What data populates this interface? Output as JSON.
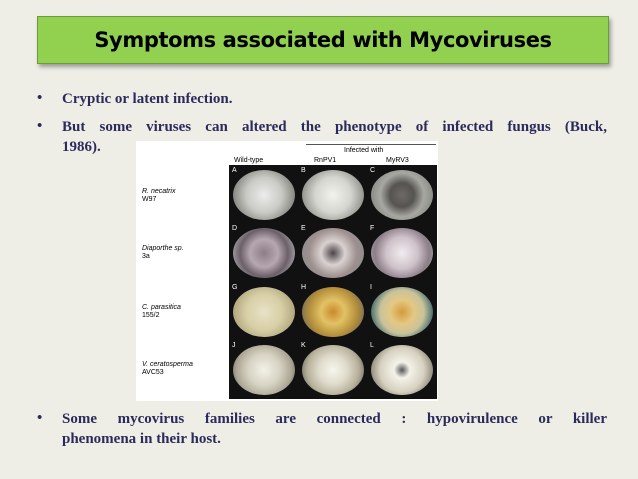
{
  "title": "Symptoms associated with Mycoviruses",
  "bullets": [
    {
      "marker": "•",
      "text": "Cryptic or latent infection."
    },
    {
      "marker": "•",
      "line1": "But some viruses can altered the phenotype of infected fungus (Buck,",
      "line2": "1986)."
    },
    {
      "marker": "•",
      "line1": "Some mycovirus families are connected : hypovirulence or killer",
      "line2": "phenomena in their host."
    }
  ],
  "figure": {
    "header_infected": "Infected with",
    "col_headers": [
      "Wild-type",
      "RnPV1",
      "MyRV3"
    ],
    "rows": [
      {
        "species": "R. necatrix",
        "strain": "W97"
      },
      {
        "species": "Diaporthe sp.",
        "strain": "3a"
      },
      {
        "species": "C. parasitica",
        "strain": "155/2"
      },
      {
        "species": "V. ceratosperma",
        "strain": "AVC53"
      }
    ],
    "panel_letters": [
      "A",
      "B",
      "C",
      "D",
      "E",
      "F",
      "G",
      "H",
      "I",
      "J",
      "K",
      "L"
    ]
  }
}
